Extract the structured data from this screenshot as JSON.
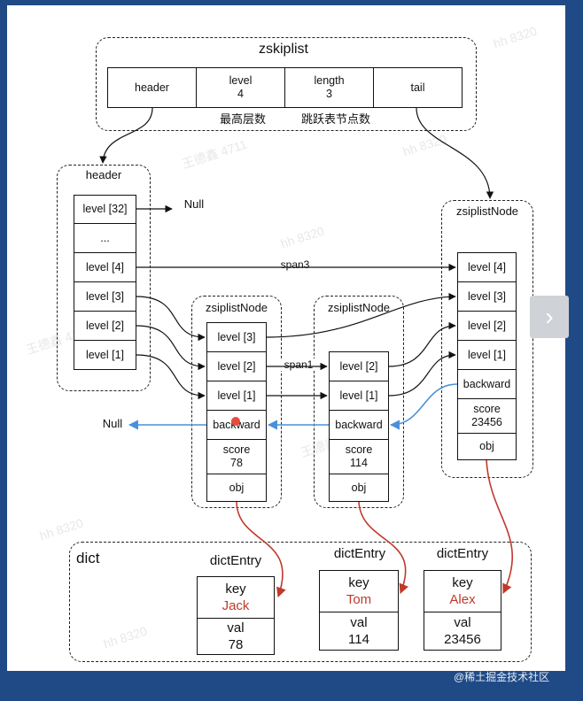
{
  "zskiplist": {
    "title": "zskiplist",
    "cells": [
      {
        "label": "header"
      },
      {
        "label": "level",
        "value": "4"
      },
      {
        "label": "length",
        "value": "3"
      },
      {
        "label": "tail"
      }
    ],
    "notes": [
      "最高层数",
      "跳跃表节点数"
    ]
  },
  "header_node": {
    "title": "header",
    "levels": [
      "level [32]",
      "...",
      "level [4]",
      "level [3]",
      "level [2]",
      "level [1]"
    ],
    "null_label": "Null"
  },
  "nodes": [
    {
      "title": "zsiplistNode",
      "levels": [
        "level [3]",
        "level [2]",
        "level [1]"
      ],
      "backward": "backward",
      "score_label": "score",
      "score": "78",
      "obj": "obj"
    },
    {
      "title": "zsiplistNode",
      "levels": [
        "level [2]",
        "level [1]"
      ],
      "backward": "backward",
      "score_label": "score",
      "score": "114",
      "obj": "obj"
    },
    {
      "title": "zsiplistNode",
      "levels": [
        "level [4]",
        "level [3]",
        "level [2]",
        "level [1]"
      ],
      "backward": "backward",
      "score_label": "score",
      "score": "23456",
      "obj": "obj"
    }
  ],
  "edge_labels": {
    "span3": "span3",
    "span1": "span1",
    "null_left": "Null"
  },
  "dict": {
    "title": "dict",
    "entries": [
      {
        "title": "dictEntry",
        "key_label": "key",
        "key": "Jack",
        "val_label": "val",
        "val": "78"
      },
      {
        "title": "dictEntry",
        "key_label": "key",
        "key": "Tom",
        "val_label": "val",
        "val": "114"
      },
      {
        "title": "dictEntry",
        "key_label": "key",
        "key": "Alex",
        "val_label": "val",
        "val": "23456"
      }
    ]
  },
  "watermarks": [
    "hh 8320",
    "王德鑫 4711"
  ],
  "credit": "@稀土掘金技术社区",
  "colors": {
    "black": "#111111",
    "blue": "#4a90d9",
    "red": "#c0392b",
    "frame": "#1f4a86"
  },
  "icons": {
    "next": "chevron-right-icon"
  }
}
